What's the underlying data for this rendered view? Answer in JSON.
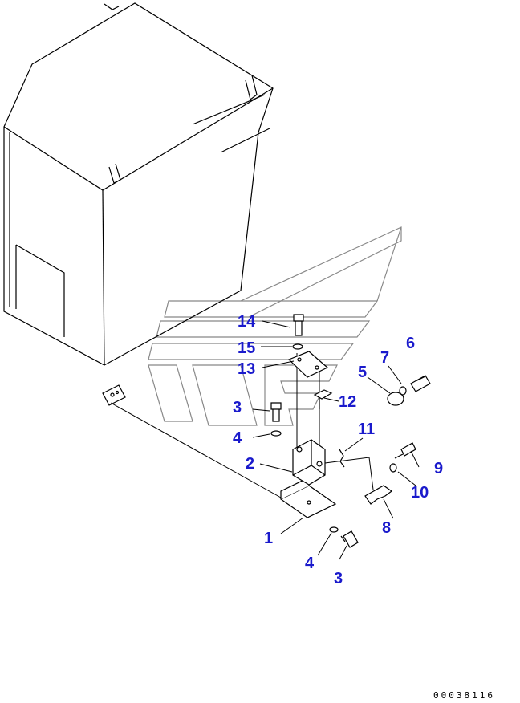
{
  "diagram": {
    "callouts": {
      "c1": "1",
      "c2": "2",
      "c3a": "3",
      "c3b": "3",
      "c4a": "4",
      "c4b": "4",
      "c5": "5",
      "c6": "6",
      "c7": "7",
      "c8": "8",
      "c9": "9",
      "c10": "10",
      "c11": "11",
      "c12": "12",
      "c13": "13",
      "c14": "14",
      "c15": "15"
    },
    "callout_color": "#1a1acc",
    "document_number": "00038116"
  }
}
